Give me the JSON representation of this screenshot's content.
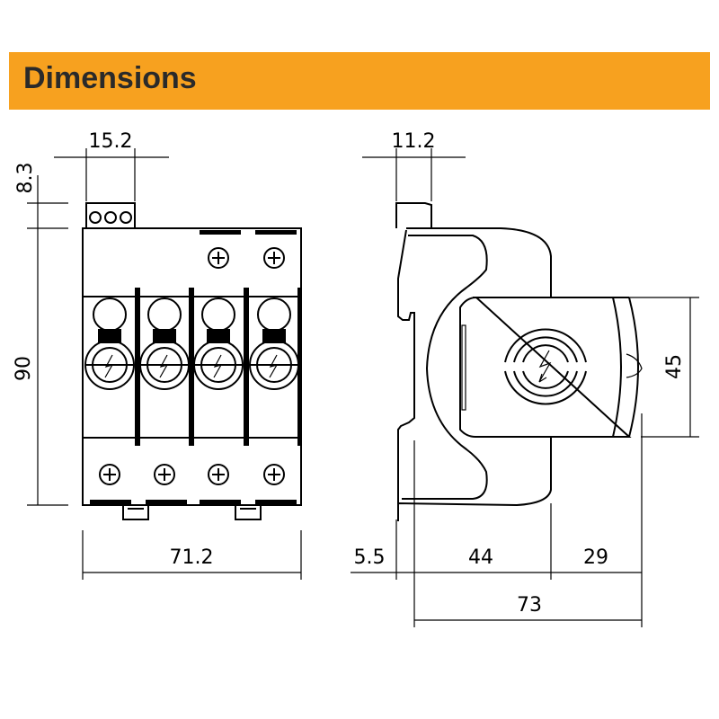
{
  "header": {
    "title": "Dimensions",
    "color": "#F7A11F"
  },
  "front_view": {
    "dimensions": {
      "terminal_width": "15.2",
      "terminal_height": "8.3",
      "height": "90",
      "width": "71.2"
    },
    "modules": 4
  },
  "side_view": {
    "dimensions": {
      "terminal_width": "11.2",
      "cover_height": "45",
      "rail_offset": "5.5",
      "depth_body": "44",
      "depth_cover": "29",
      "total_depth": "73"
    }
  }
}
